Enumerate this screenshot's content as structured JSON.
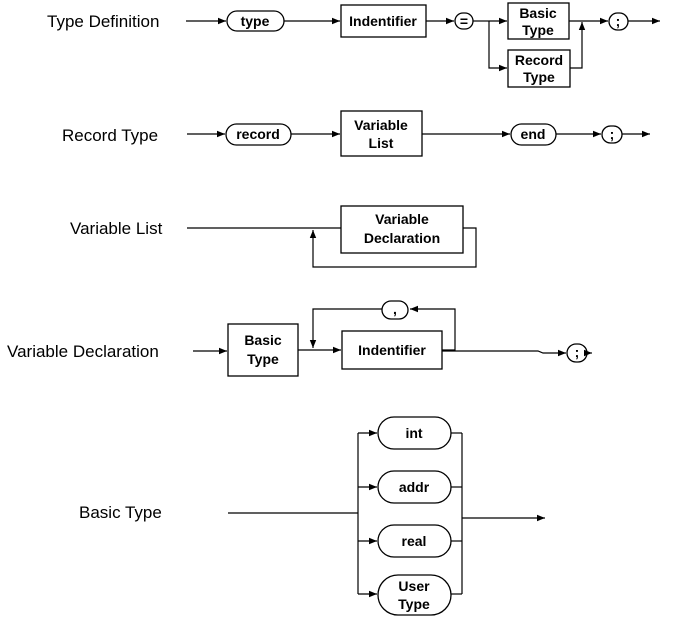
{
  "rules": {
    "type_definition": {
      "label": "Type Definition",
      "type": "type",
      "indentifier": "Indentifier",
      "equals": "=",
      "basic_type": [
        "Basic",
        "Type"
      ],
      "record_type": [
        "Record",
        "Type"
      ],
      "semicolon": ";"
    },
    "record_type": {
      "label": "Record Type",
      "record": "record",
      "variable_list": [
        "Variable",
        "List"
      ],
      "end": "end",
      "semicolon": ";"
    },
    "variable_list": {
      "label": "Variable List",
      "variable_declaration": [
        "Variable",
        "Declaration"
      ]
    },
    "variable_declaration": {
      "label": "Variable Declaration",
      "basic_type": [
        "Basic",
        "Type"
      ],
      "indentifier": "Indentifier",
      "comma": ",",
      "semicolon": ";"
    },
    "basic_type": {
      "label": "Basic Type",
      "int": "int",
      "addr": "addr",
      "real": "real",
      "user_type": [
        "User",
        "Type"
      ]
    }
  }
}
